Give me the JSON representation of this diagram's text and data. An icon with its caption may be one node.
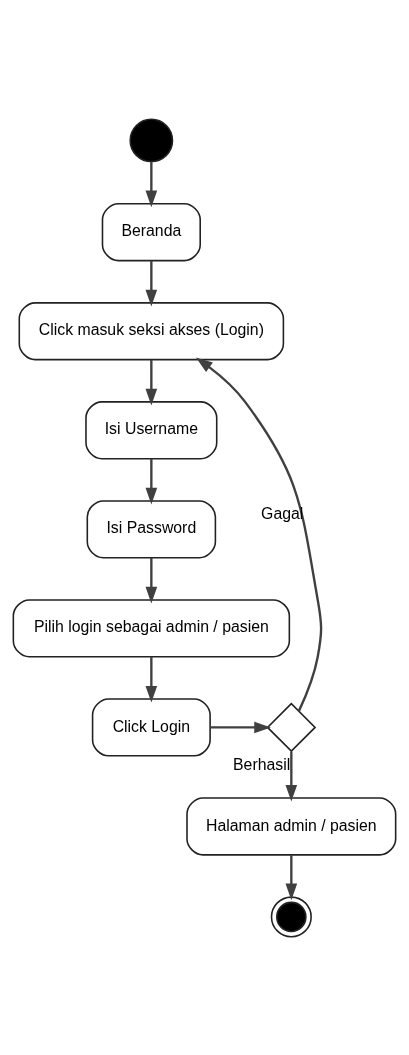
{
  "diagram": {
    "nodes": [
      {
        "text": [],
        "shape": "circle"
      },
      {
        "text": [
          "Beranda"
        ]
      },
      {
        "text": [
          "Click masuk seksi akses (Login)"
        ]
      },
      {
        "text": [
          "Isi Username"
        ]
      },
      {
        "text": [
          "Isi Password"
        ]
      },
      {
        "text": [
          "Pilih login sebagai admin / pasien"
        ]
      },
      {
        "text": [
          "Click Login"
        ]
      },
      {
        "text": [],
        "shape": "diamond"
      },
      {
        "text": [
          "Halaman admin / pasien"
        ]
      },
      {
        "text": [],
        "shape": "circle"
      }
    ],
    "edges": [
      {
        "from": 0,
        "to": 1,
        "arrow": "to"
      },
      {
        "from": 1,
        "to": 2,
        "arrow": "to"
      },
      {
        "from": 2,
        "to": 3,
        "arrow": "to"
      },
      {
        "from": 3,
        "to": 4,
        "arrow": "to"
      },
      {
        "from": 4,
        "to": 5,
        "arrow": "to"
      },
      {
        "from": 5,
        "to": 6,
        "arrow": "to"
      },
      {
        "from": 6,
        "to": 7,
        "arrow": "to"
      },
      {
        "from": 7,
        "to": 2,
        "arrow": "to",
        "label": "Gagal"
      },
      {
        "from": 7,
        "to": 8,
        "arrow": "to",
        "label": "Berhasil"
      },
      {
        "from": 8,
        "to": 9,
        "arrow": "to"
      }
    ]
  }
}
